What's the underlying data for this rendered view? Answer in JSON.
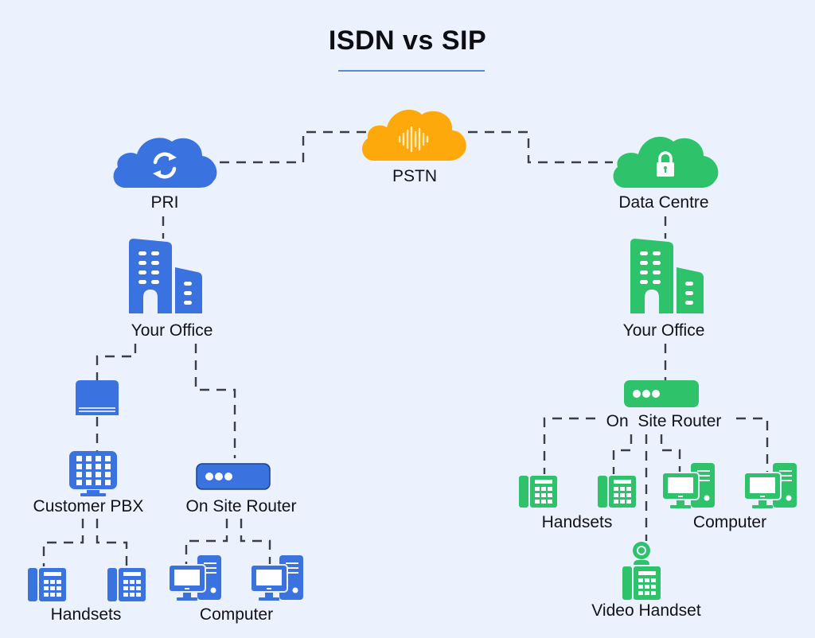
{
  "title": "ISDN vs SIP",
  "colors": {
    "background": "#ebf2fd",
    "isdn_blue": "#3a72e0",
    "sip_green": "#2ec26a",
    "pstn_orange": "#fda90c",
    "connector": "#3a3f47",
    "title_underline": "#5a86dc"
  },
  "center": {
    "pstn": {
      "label": "PSTN",
      "icon": "sound-wave-cloud-icon"
    }
  },
  "isdn": {
    "cloud": {
      "label": "PRI",
      "icon": "sync-cloud-icon"
    },
    "office": {
      "label": "Your Office",
      "icon": "building-icon"
    },
    "modem": {
      "label": "",
      "icon": "modem-icon"
    },
    "pbx": {
      "label": "Customer PBX",
      "icon": "pbx-icon"
    },
    "router": {
      "label": "On Site Router",
      "icon": "router-icon"
    },
    "handsets": {
      "label": "Handsets",
      "count": 2,
      "icon": "desk-phone-icon"
    },
    "computers": {
      "label": "Computer",
      "count": 2,
      "icon": "computer-icon"
    }
  },
  "sip": {
    "cloud": {
      "label": "Data Centre",
      "icon": "lock-cloud-icon"
    },
    "office": {
      "label": "Your Office",
      "icon": "building-icon"
    },
    "router": {
      "label": "On  Site Router",
      "icon": "router-icon"
    },
    "handsets": {
      "label": "Handsets",
      "count": 2,
      "icon": "desk-phone-icon"
    },
    "computers": {
      "label": "Computer",
      "count": 2,
      "icon": "computer-icon"
    },
    "video_handset": {
      "label": "Video Handset",
      "icon": "video-phone-icon"
    }
  }
}
